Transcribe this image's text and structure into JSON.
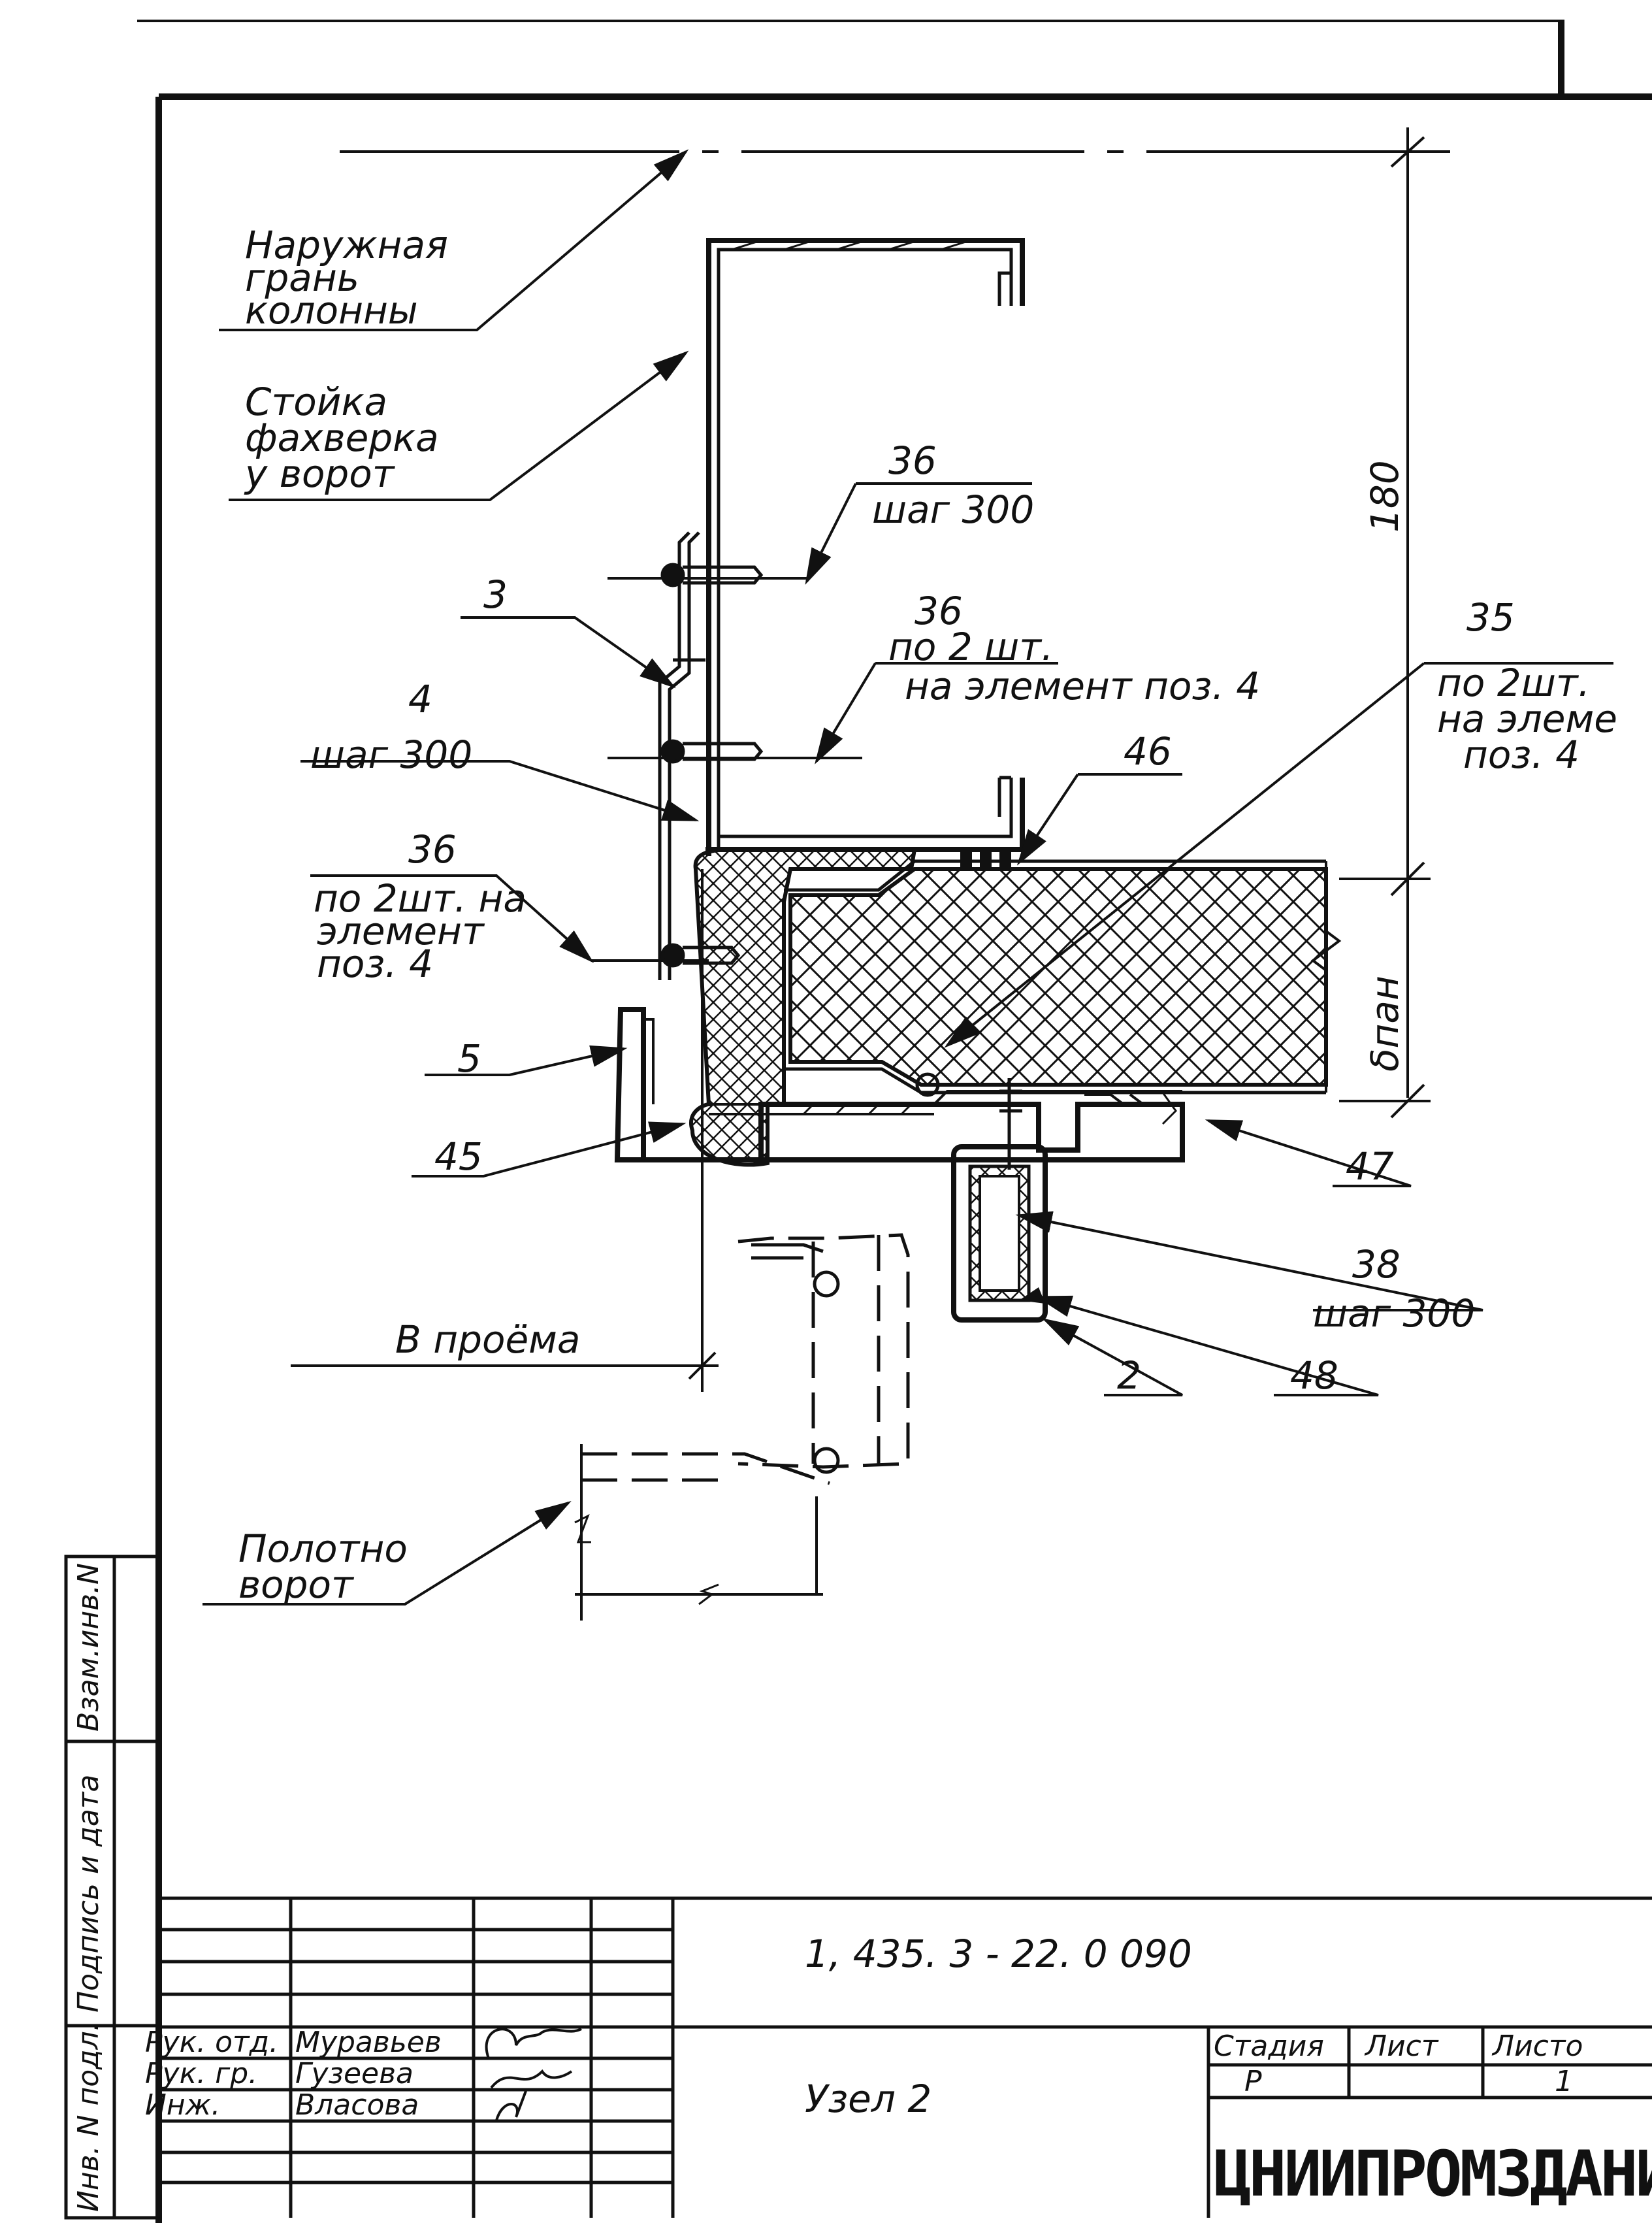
{
  "labels": {
    "outer_face": [
      "Наружная",
      "грань",
      "колонны"
    ],
    "post": [
      "Стойка",
      "фахверка",
      "у ворот"
    ],
    "opening": "В проёма",
    "door_leaf": [
      "Полотно",
      "ворот"
    ],
    "dim_180": "180",
    "dim_delta": "δпан",
    "pos_3": "3",
    "pos_4": [
      "4",
      "шаг 300"
    ],
    "pos_5": "5",
    "pos_45": "45",
    "pos_46": "46",
    "pos_47": "47",
    "pos_2": "2",
    "pos_48": "48",
    "pos_38": [
      "38",
      "шаг 300"
    ],
    "pos_36a": [
      "36",
      "шаг 300"
    ],
    "pos_36b": [
      "36",
      "по 2 шт.",
      "на элемент поз. 4"
    ],
    "pos_36c": [
      "36",
      "по 2шт. на",
      "элемент",
      "поз. 4"
    ],
    "pos_35": [
      "35",
      "по 2шт.",
      "на элеме",
      "поз. 4"
    ]
  },
  "side_stamp": [
    "Инв. N подл.",
    "Подпись и дата",
    "Взам.инв.N"
  ],
  "title_block": {
    "code": "1, 435. 3 - 22. 0  090",
    "title": "Узел 2",
    "roles": [
      "Рук. отд.",
      "Рук. гр.",
      "Инж."
    ],
    "names": [
      "Муравьев",
      "Гузеева",
      "Власова"
    ],
    "stage_header": "Стадия",
    "sheet_header": "Лист",
    "sheets_header": "Листо",
    "stage": "Р",
    "sheet": "1",
    "org": "ЦНИИПРОМЗДАНИ"
  }
}
